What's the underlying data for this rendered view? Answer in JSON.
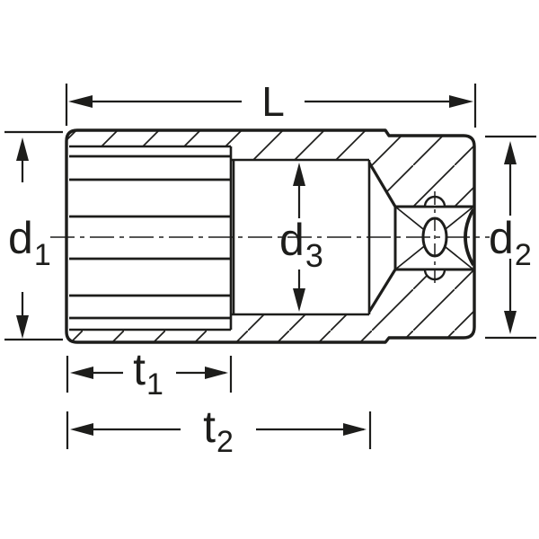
{
  "page": {
    "background_color": "#ffffff"
  },
  "drawing": {
    "type": "technical-dimension-drawing",
    "subject": "deep-socket-cross-section",
    "line_color": "#1d1d1b",
    "labels": {
      "length": {
        "main": "L",
        "sub": ""
      },
      "d1": {
        "main": "d",
        "sub": "1"
      },
      "d2": {
        "main": "d",
        "sub": "2"
      },
      "d3": {
        "main": "d",
        "sub": "3"
      },
      "t1": {
        "main": "t",
        "sub": "1"
      },
      "t2": {
        "main": "t",
        "sub": "2"
      }
    }
  }
}
